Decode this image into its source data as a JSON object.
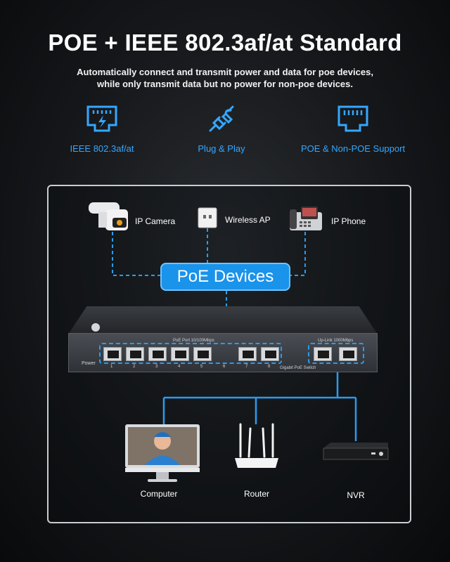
{
  "header": {
    "title": "POE + IEEE 802.3af/at Standard",
    "subtitle_line1": "Automatically connect and transmit power and data for poe devices,",
    "subtitle_line2": "while only transmit data but no power for non-poe devices."
  },
  "features": [
    {
      "label": "IEEE 802.3af/at",
      "icon": "ethernet-power-icon"
    },
    {
      "label": "Plug & Play",
      "icon": "plug-icon"
    },
    {
      "label": "POE & Non-POE Support",
      "icon": "ethernet-port-icon"
    }
  ],
  "poe_devices": {
    "label": "PoE Devices",
    "items": [
      {
        "label": "IP Camera",
        "icon": "ip-camera-icon"
      },
      {
        "label": "Wireless AP",
        "icon": "wireless-ap-icon"
      },
      {
        "label": "IP Phone",
        "icon": "ip-phone-icon"
      }
    ]
  },
  "switch": {
    "power_label": "Power",
    "poe_ports_label": "PoE Port 10/100Mbps",
    "uplink_label": "Up-Link 1000Mbps",
    "model_label": "Gigabit PoE Switch",
    "port_numbers": [
      "1",
      "2",
      "3",
      "4",
      "5",
      "6",
      "7",
      "8"
    ]
  },
  "non_poe_devices": [
    {
      "label": "Computer",
      "icon": "computer-icon"
    },
    {
      "label": "Router",
      "icon": "router-icon"
    },
    {
      "label": "NVR",
      "icon": "nvr-icon"
    }
  ],
  "colors": {
    "accent": "#1a93ea",
    "label_blue": "#35a7ff",
    "dashed_line": "#2a9bf0"
  }
}
